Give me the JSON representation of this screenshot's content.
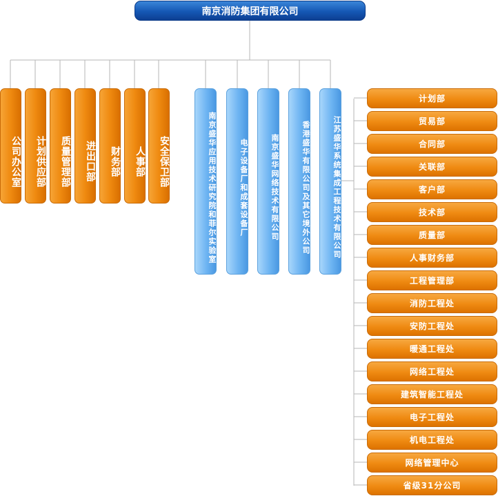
{
  "company": "南京消防集团有限公司",
  "departments": [
    "公司办公室",
    "计划供应部",
    "质量管理部",
    "进出口部",
    "财务部",
    "人事部",
    "安全保卫部"
  ],
  "subsidiaries": [
    "南京盛华应用技术研究院和菲尔实验室",
    "电子设备厂和成套设备厂",
    "南京盛华网络技术有限公司",
    "香港盛华有限公司及其它境外公司",
    "江苏盛华系统集成工程技术有限公司"
  ],
  "integration_divisions": [
    "计划部",
    "贸易部",
    "合同部",
    "关联部",
    "客户部",
    "技术部",
    "质量部",
    "人事财务部",
    "工程管理部",
    "消防工程处",
    "安防工程处",
    "暖通工程处",
    "网络工程处",
    "建筑智能工程处",
    "电子工程处",
    "机电工程处",
    "网络管理中心",
    "省级31分公司"
  ],
  "colors": {
    "top": "#1557b4",
    "department": "#ef8a10",
    "subsidiary": "#6db4f2",
    "connector": "#b5b5b5"
  }
}
